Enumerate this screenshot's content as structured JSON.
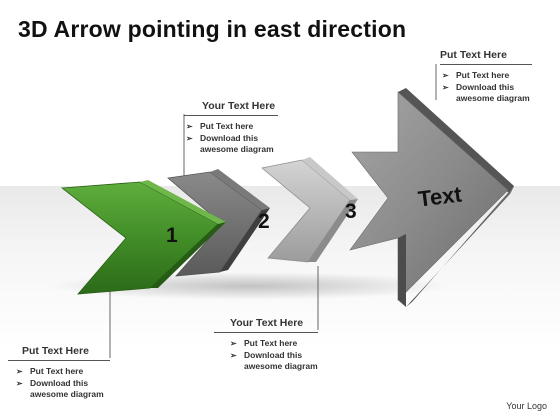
{
  "title": "3D Arrow pointing in east direction",
  "steps": [
    {
      "number": "1",
      "color": "#3f8a26"
    },
    {
      "number": "2",
      "color": "#6f6f6f"
    },
    {
      "number": "3",
      "color": "#b3b3b3"
    }
  ],
  "arrow_label": "Text",
  "callouts": {
    "top_right": {
      "heading": "Put Text Here",
      "bullets": [
        "Put Text here",
        "Download this awesome diagram"
      ]
    },
    "top_middle": {
      "heading": "Your Text Here",
      "bullets": [
        "Put Text here",
        "Download this awesome diagram"
      ]
    },
    "bottom_middle": {
      "heading": "Your Text Here",
      "bullets": [
        "Put Text here",
        "Download this awesome diagram"
      ]
    },
    "bottom_left": {
      "heading": "Put Text Here",
      "bullets": [
        "Put Text here",
        "Download this awesome diagram"
      ]
    }
  },
  "logo": "Your Logo"
}
